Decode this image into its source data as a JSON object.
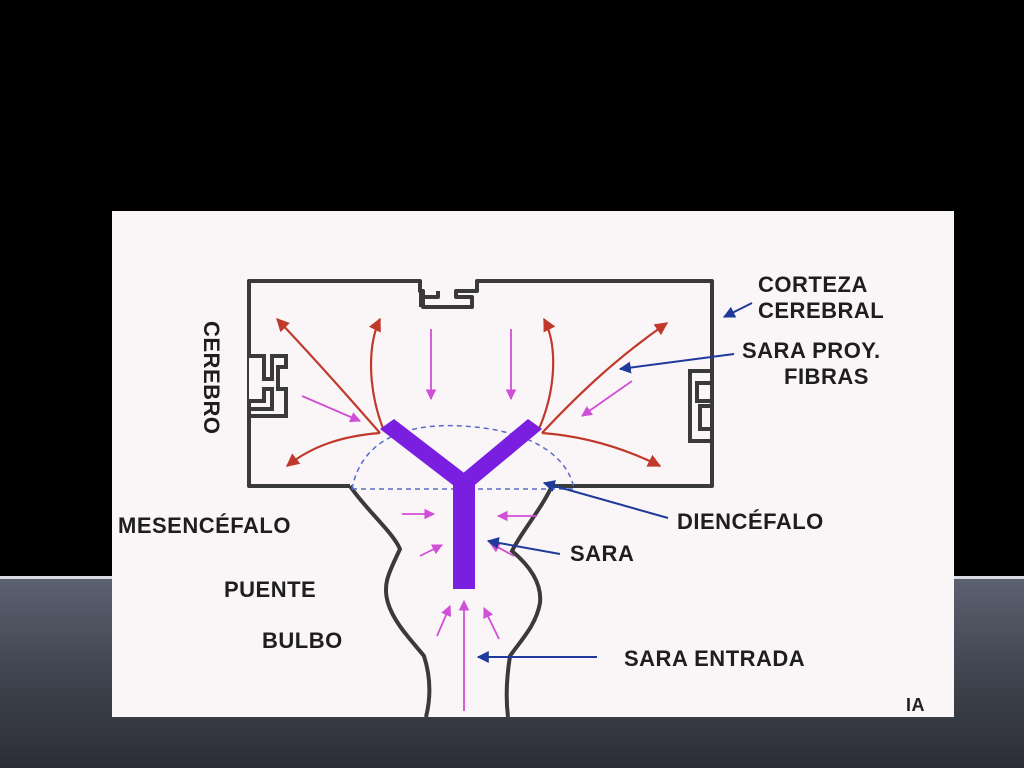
{
  "diagram": {
    "labels": {
      "corteza_line1": "CORTEZA",
      "corteza_line2": "CEREBRAL",
      "sara_proy_line1": "SARA PROY.",
      "sara_proy_line2": "FIBRAS",
      "cerebro": "CEREBRO",
      "diencefalo": "DIENCÉFALO",
      "mesencefalo": "MESENCÉFALO",
      "sara": "SARA",
      "puente": "PUENTE",
      "bulbo": "BULBO",
      "sara_entrada": "SARA ENTRADA",
      "credit": "IA"
    },
    "colors": {
      "outline": "#3a3a3a",
      "sara_trunk": "#7a1fe0",
      "red_fibers": "#c0392b",
      "pink_arrows": "#d04fd6",
      "pointer_lines": "#1f3a9a",
      "dashed": "#5a6bc8"
    }
  }
}
